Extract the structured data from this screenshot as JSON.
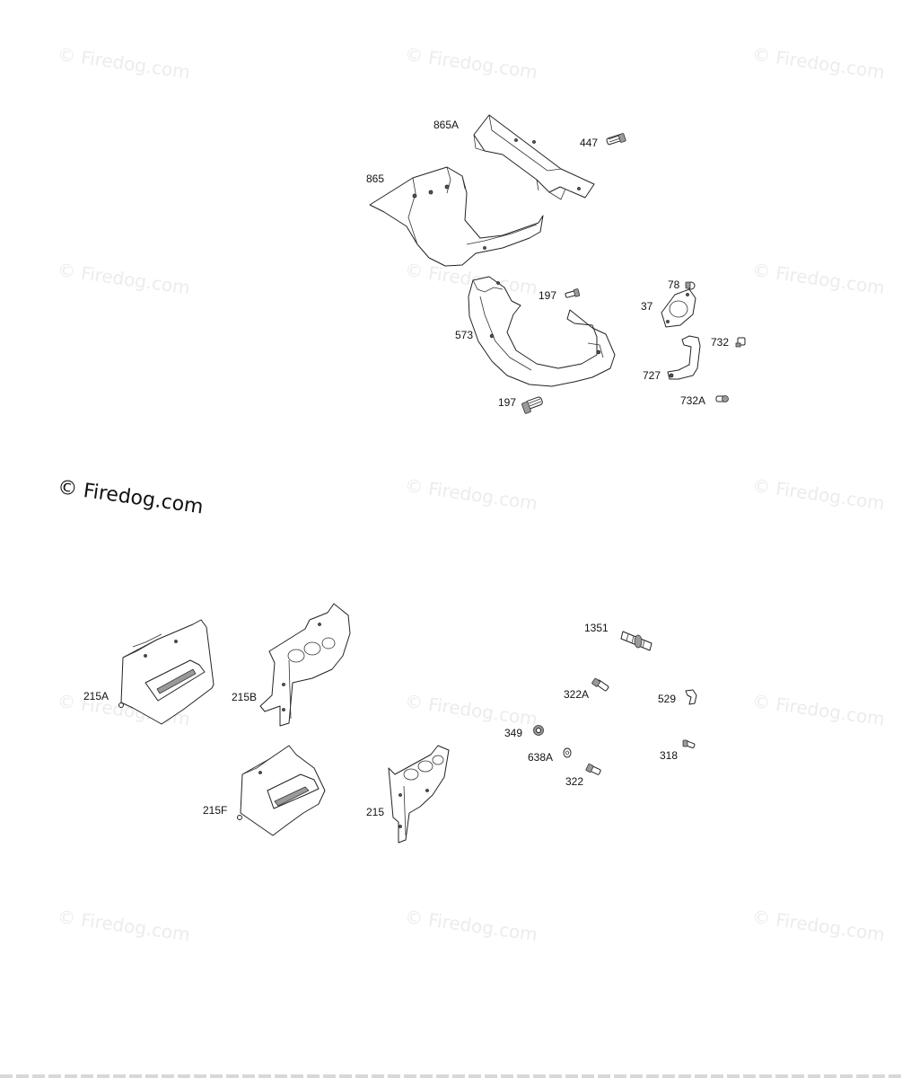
{
  "watermark": {
    "text": "Firedog.com",
    "symbol": "©"
  },
  "callouts": {
    "p865A": "865A",
    "p447": "447",
    "p865": "865",
    "p197a": "197",
    "p78": "78",
    "p37": "37",
    "p573": "573",
    "p732": "732",
    "p727": "727",
    "p197b": "197",
    "p732A": "732A",
    "p1351": "1351",
    "p322A": "322A",
    "p529": "529",
    "p349": "349",
    "p638A": "638A",
    "p318": "318",
    "p322": "322",
    "p215A": "215A",
    "p215B": "215B",
    "p215F": "215F",
    "p215": "215"
  }
}
